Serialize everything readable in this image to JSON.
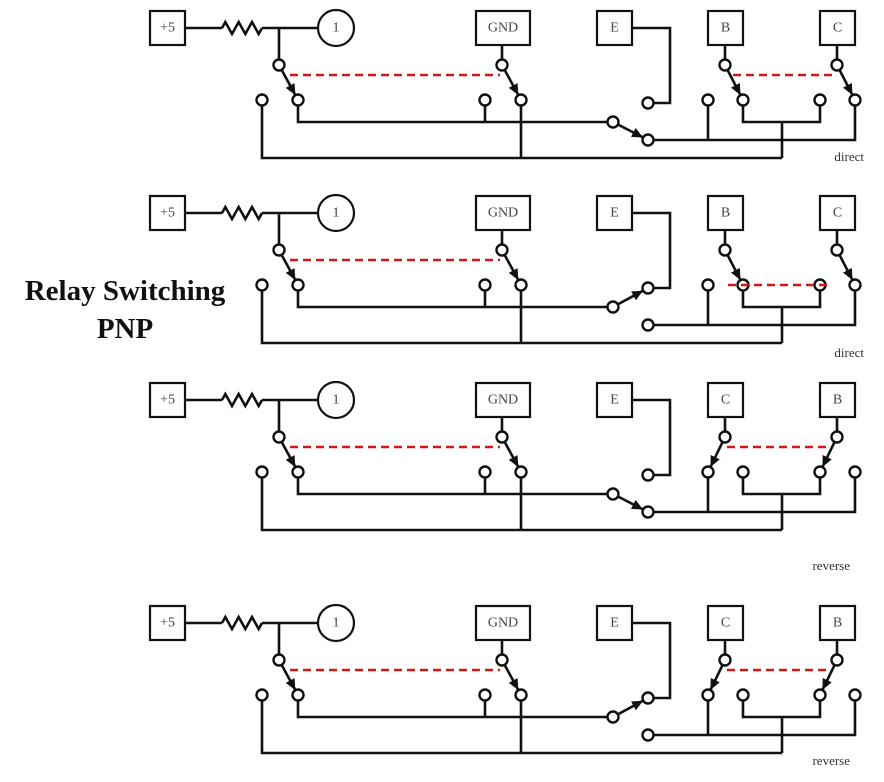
{
  "title": {
    "line1": "Relay Switching",
    "line2": "PNP"
  },
  "colors": {
    "wire": "#111111",
    "relay_link": "#d01818"
  },
  "panels": [
    {
      "mode_label": "direct",
      "pins": [
        "+5",
        "1",
        "GND",
        "E",
        "B",
        "C"
      ],
      "e_switch": "down",
      "bc_switch": "right",
      "link_row": "top"
    },
    {
      "mode_label": "direct",
      "pins": [
        "+5",
        "1",
        "GND",
        "E",
        "B",
        "C"
      ],
      "e_switch": "up",
      "bc_switch": "right",
      "link_row": "bottom"
    },
    {
      "mode_label": "reverse",
      "pins": [
        "+5",
        "1",
        "GND",
        "E",
        "C",
        "B"
      ],
      "e_switch": "down",
      "bc_switch": "left",
      "link_row": "top"
    },
    {
      "mode_label": "reverse",
      "pins": [
        "+5",
        "1",
        "GND",
        "E",
        "C",
        "B"
      ],
      "e_switch": "up",
      "bc_switch": "left",
      "link_row": "top"
    }
  ]
}
